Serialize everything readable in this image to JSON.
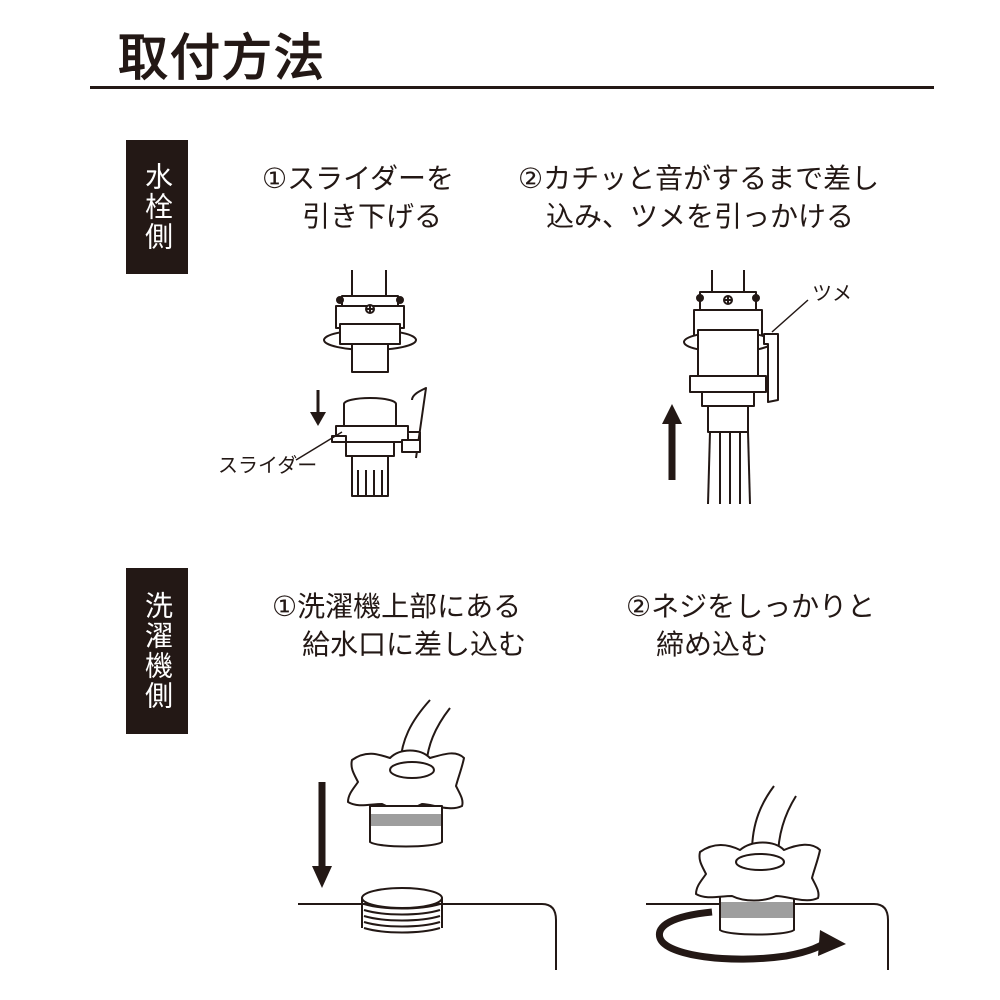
{
  "title": "取付方法",
  "sections": {
    "faucet": {
      "label": "水栓側",
      "step1": {
        "line1": "①スライダーを",
        "line2": "引き下げる"
      },
      "step2": {
        "line1": "②カチッと音がするまで差し",
        "line2": "込み、ツメを引っかける"
      },
      "callout_slider": "スライダー",
      "callout_claw": "ツメ"
    },
    "washer": {
      "label": "洗濯機側",
      "step1": {
        "line1": "①洗濯機上部にある",
        "line2": "給水口に差し込む"
      },
      "step2": {
        "line1": "②ネジをしっかりと",
        "line2": "締め込む"
      }
    }
  },
  "colors": {
    "ink": "#231815",
    "band": "#9e9e9e",
    "paper": "#ffffff"
  }
}
